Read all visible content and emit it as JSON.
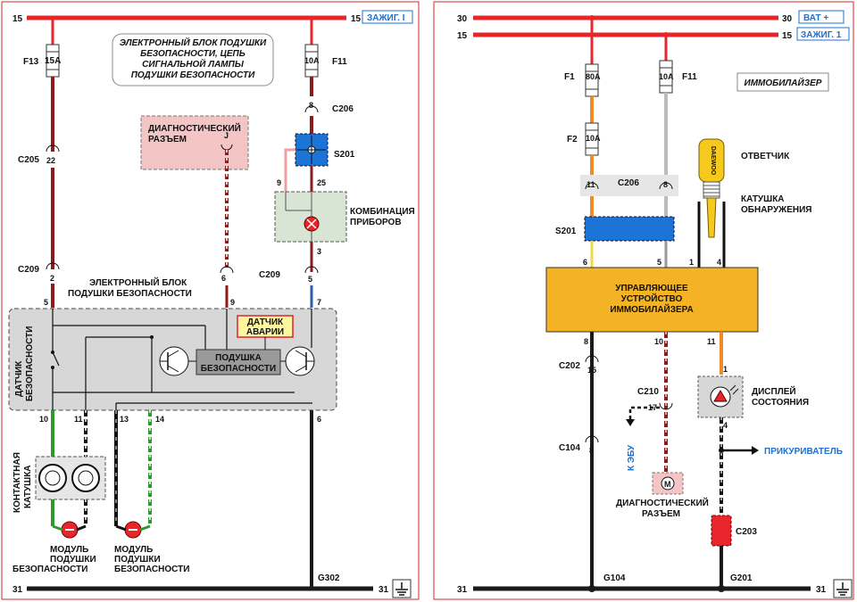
{
  "left": {
    "bus_top": {
      "left_num": "15",
      "right_num": "15",
      "tag": "ЗАЖИГ. I"
    },
    "bus_bottom": {
      "left_num": "31",
      "right_num": "31"
    },
    "note": [
      "ЭЛЕКТРОННЫЙ БЛОК ПОДУШКИ",
      "БЕЗОПАСНОСТИ, ЦЕПЬ",
      "СИГНАЛЬНОЙ ЛАМПЫ",
      "ПОДУШКИ БЕЗОПАСНОСТИ"
    ],
    "fuse_f13": {
      "name": "F13",
      "rating": "15A"
    },
    "fuse_f11": {
      "name": "F11",
      "rating": "10A"
    },
    "diag_connector": [
      "ДИАГНОСТИЧЕСКИЙ",
      "РАЗЪЕМ"
    ],
    "diag_pin": "J",
    "c206": {
      "name": "C206",
      "pin": "8"
    },
    "s201": "S201",
    "cluster": [
      "КОМБИНАЦИЯ",
      "ПРИБОРОВ"
    ],
    "cluster_pins": {
      "left": "9",
      "right": "25",
      "bottom": "3"
    },
    "c205": {
      "name": "C205",
      "pin": "22"
    },
    "c209_left": {
      "name": "C209",
      "pin": "2"
    },
    "c209_mid": {
      "name": "C209",
      "pins": [
        "6",
        "5"
      ]
    },
    "airbag_module_title": [
      "ЭЛЕКТРОННЫЙ БЛОК",
      "ПОДУШКИ БЕЗОПАСНОСТИ"
    ],
    "module_pins": {
      "p5": "5",
      "p9": "9",
      "p7": "7",
      "p10": "10",
      "p11": "11",
      "p13": "13",
      "p14": "14",
      "p6": "6"
    },
    "safety_sensor": [
      "ДАТЧИК",
      "БЕЗОПАСНОСТИ"
    ],
    "crash_sensor": [
      "ДАТЧИК",
      "АВАРИИ"
    ],
    "airbag_box": [
      "ПОДУШКА",
      "БЕЗОПАСНОСТИ"
    ],
    "contact_coil": [
      "КОНТАКТНАЯ",
      "КАТУШКА"
    ],
    "module_a": [
      "МОДУЛЬ",
      "ПОДУШКИ",
      "БЕЗОПАСНОСТИ"
    ],
    "module_b": [
      "МОДУЛЬ",
      "ПОДУШКИ",
      "БЕЗОПАСНОСТИ"
    ],
    "ground": "G302"
  },
  "right": {
    "bus_bat": {
      "left_num": "30",
      "right_num": "30",
      "tag": "ВАТ +"
    },
    "bus_ign": {
      "left_num": "15",
      "right_num": "15",
      "tag": "ЗАЖИГ. 1"
    },
    "bus_bottom": {
      "left_num": "31",
      "right_num": "31"
    },
    "fuse_f1": {
      "name": "F1",
      "rating": "80A"
    },
    "fuse_f11": {
      "name": "F11",
      "rating": "10A"
    },
    "fuse_f2": {
      "name": "F2",
      "rating": "10A"
    },
    "title": "ИММОБИЛАЙЗЕР",
    "c206": {
      "name": "C206",
      "pins": [
        "11",
        "8"
      ]
    },
    "s201": "S201",
    "transponder": "ОТВЕТЧИК",
    "key_brand": "DAEWOO",
    "detect_coil": [
      "КАТУШКА",
      "ОБНАРУЖЕНИЯ"
    ],
    "control_unit": [
      "УПРАВЛЯЮЩЕЕ",
      "УСТРОЙСТВО",
      "ИММОБИЛАЙЗЕРА"
    ],
    "unit_pins_top": [
      "6",
      "5",
      "1",
      "4"
    ],
    "unit_pins_bottom": [
      "8",
      "10",
      "11"
    ],
    "c202": {
      "name": "C202",
      "pin": "15"
    },
    "c210": {
      "name": "C210",
      "pin": "17"
    },
    "c104": {
      "name": "C104",
      "pin": "8"
    },
    "to_ecu": "К ЭБУ",
    "diag_connector": [
      "ДИАГНОСТИЧЕСКИЙ",
      "РАЗЪЕМ"
    ],
    "diag_pin": "M",
    "display": [
      "ДИСПЛЕЙ",
      "СОСТОЯНИЯ"
    ],
    "display_pins": [
      "1",
      "4"
    ],
    "lighter": "ПРИКУРИВАТЕЛЬ",
    "c203": "C203",
    "ground_left": "G104",
    "ground_right": "G201"
  },
  "colors": {
    "bus_red": "#e8252b",
    "wire_darkred": "#8c1c1c",
    "wire_black": "#1a1a1a",
    "wire_blue": "#2b5fa8",
    "orange_unit": "#f4b324",
    "blue_s201": "#1c74d6",
    "arrow_blue": "#1f6fcf"
  }
}
